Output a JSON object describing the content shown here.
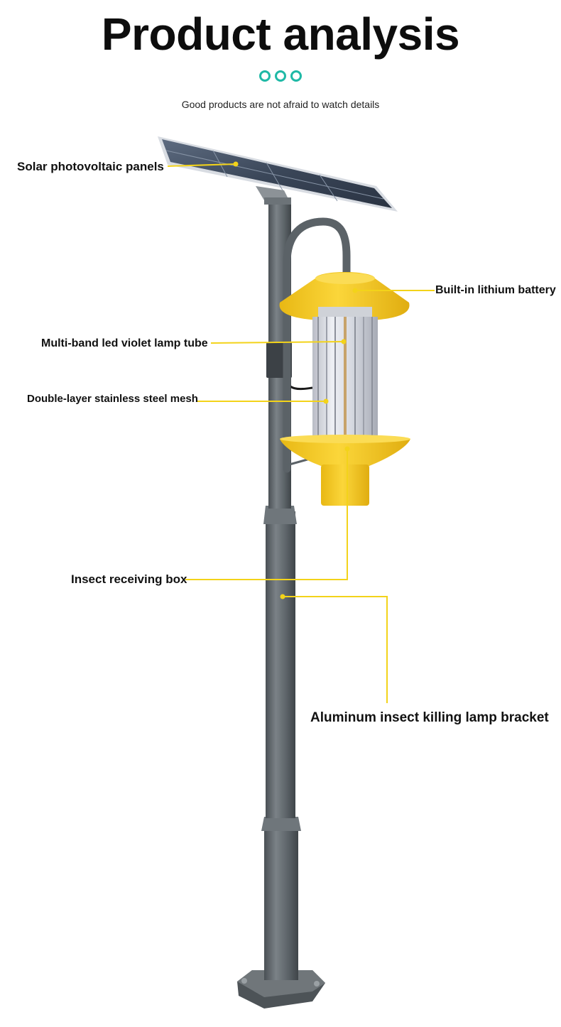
{
  "header": {
    "title": "Product analysis",
    "subtitle": "Good products are not afraid to watch details"
  },
  "colors": {
    "accent_teal": "#1fb9a6",
    "leader_yellow": "#f3d31a",
    "lamp_yellow": "#f4c91e",
    "pole_gray": "#5f666b"
  },
  "callouts": {
    "solar_panels": "Solar photovoltaic panels",
    "battery": "Built-in lithium battery",
    "lamp_tube": "Multi-band led violet lamp tube",
    "steel_mesh": "Double-layer stainless steel mesh",
    "receiving_box": "Insect receiving box",
    "bracket": "Aluminum insect killing lamp bracket"
  }
}
